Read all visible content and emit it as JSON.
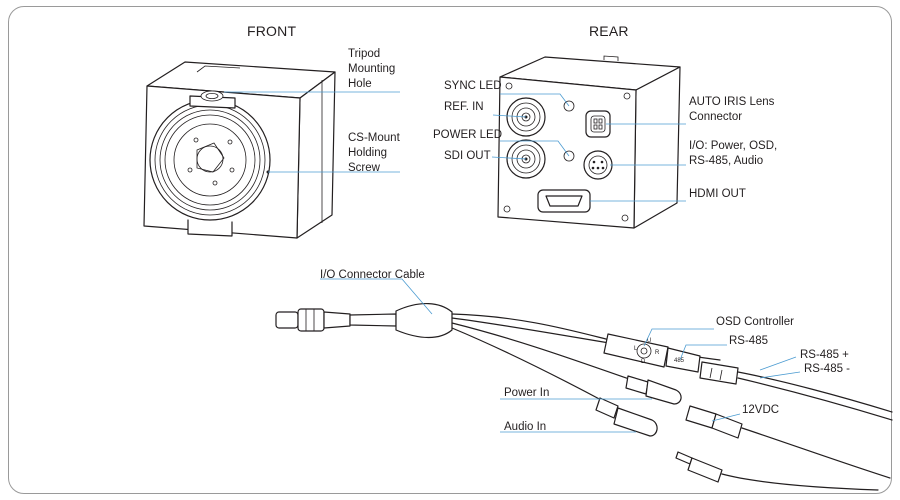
{
  "headings": {
    "front": "FRONT",
    "rear": "REAR"
  },
  "front_labels": {
    "tripod": [
      "Tripod",
      "Mounting",
      "Hole"
    ],
    "csmount": [
      "CS-Mount",
      "Holding",
      "Screw"
    ]
  },
  "rear_labels": {
    "sync_led": "SYNC LED",
    "ref_in": "REF. IN",
    "power_led": "POWER LED",
    "sdi_out": "SDI OUT",
    "auto_iris": [
      "AUTO IRIS Lens",
      "Connector"
    ],
    "io": [
      "I/O: Power, OSD,",
      "RS-485, Audio"
    ],
    "hdmi_out": "HDMI OUT"
  },
  "cable_labels": {
    "io_cable": "I/O Connector Cable",
    "osd_controller": "OSD Controller",
    "rs485": "RS-485",
    "rs485_plus": "RS-485 +",
    "rs485_minus": "RS-485 -",
    "power_in": "Power In",
    "vdc": "12VDC",
    "audio_in": "Audio In"
  },
  "part_markings": {
    "osd_letters": [
      "U",
      "L",
      "R",
      "D"
    ],
    "connector_485": "485"
  }
}
